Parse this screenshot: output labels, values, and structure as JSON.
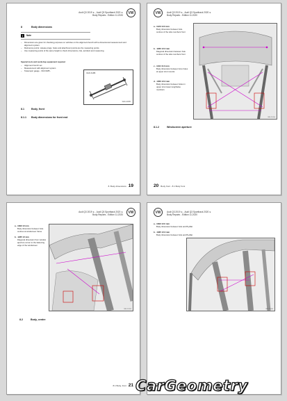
{
  "pages": [
    {
      "header_line1": "Audi Q3 2019 ➤ , Audi Q3 Sportback 2020 ➤",
      "header_line2": "Body Repairs - Edition 11.2020",
      "section_number": "8",
      "section_title": "Body dimensions",
      "note_label": "Note",
      "bullets": [
        "Dimensions are given for checking purposes on vehicles on the alignment bench with a dimensional measurement and alignment system.",
        "Reference points: release plugs, holes and attachment points are the measuring points.",
        "Use measuring points of the same height to check dimensions, ride, accident and measuring."
      ],
      "tools_heading": "Special tools and workshop equipment required",
      "tools": [
        "Alignment bench set",
        "Measurement with alignment system",
        "Telescopic gauge - VAS 6185 -"
      ],
      "tool_label": "VAS 6185",
      "tool_code": "W00-10065",
      "sub1_num": "8.1",
      "sub1_title": "Body, front",
      "sub2_num": "8.1.1",
      "sub2_title": "Body dimensions for front end",
      "footer_text": "8. Body dimensions",
      "page_number": "19"
    },
    {
      "header_line1": "Audi Q3 2019 ➤ , Audi Q3 Sportback 2020 ➤",
      "header_line2": "Body Repairs - Edition 11.2020",
      "callouts": [
        {
          "title": "a - 1120 ±2.0 mm",
          "text": "Body dimension between hole centres of the side members front"
        },
        {
          "title": "b - 1230 ±2.0 mm",
          "text": "Diagonal dimension between hole centres of the side members front"
        },
        {
          "title": "c - 1110 ±2.0 mm",
          "text": "Body dimension between bore holes at upper strut mounts"
        },
        {
          "title": "d - 1450 ±2.0 mm",
          "text": "Body dimension between holes in upper strut tower lengthwise members"
        }
      ],
      "figure_code": "B80-11054",
      "section_number": "8.1.2",
      "section_title": "Windscreen aperture",
      "footer_text": "Body front - 8.1 Body front",
      "page_number": "20"
    },
    {
      "header_line1": "Audi Q3 2019 ➤ , Audi Q3 Sportback 2020 ➤",
      "header_line2": "Body Repairs - Edition 11.2020",
      "callouts": [
        {
          "title": "a - 1090 ±2 mm",
          "text": "Body dimension between hole centres at windscreen frame"
        },
        {
          "title": "b - 1235 ±2 mm",
          "text": "Diagonal dimension from window aperture corner to the fastening edge of the windscreen"
        }
      ],
      "figure_code": "B80-11055",
      "section_number": "8.2",
      "section_title": "Body, centre",
      "footer_text": "8.1 Body, front",
      "page_number": "21"
    },
    {
      "header_line1": "Audi Q3 2019 ➤ , Audi Q3 Sportback 2020 ➤",
      "header_line2": "Body Repairs - Edition 11.2020",
      "callouts": [
        {
          "title": "a - 1090 ±2.0 mm",
          "text": "Body dimension between hole and B-pillar"
        },
        {
          "title": "b - 1335 ±2.0 mm",
          "text": "Body dimension between hole and B-pillar"
        }
      ],
      "figure_code": "B80-11056",
      "footer_text": "8.2 Body, centre",
      "page_number": "22"
    }
  ],
  "brand": "CarGeometry"
}
